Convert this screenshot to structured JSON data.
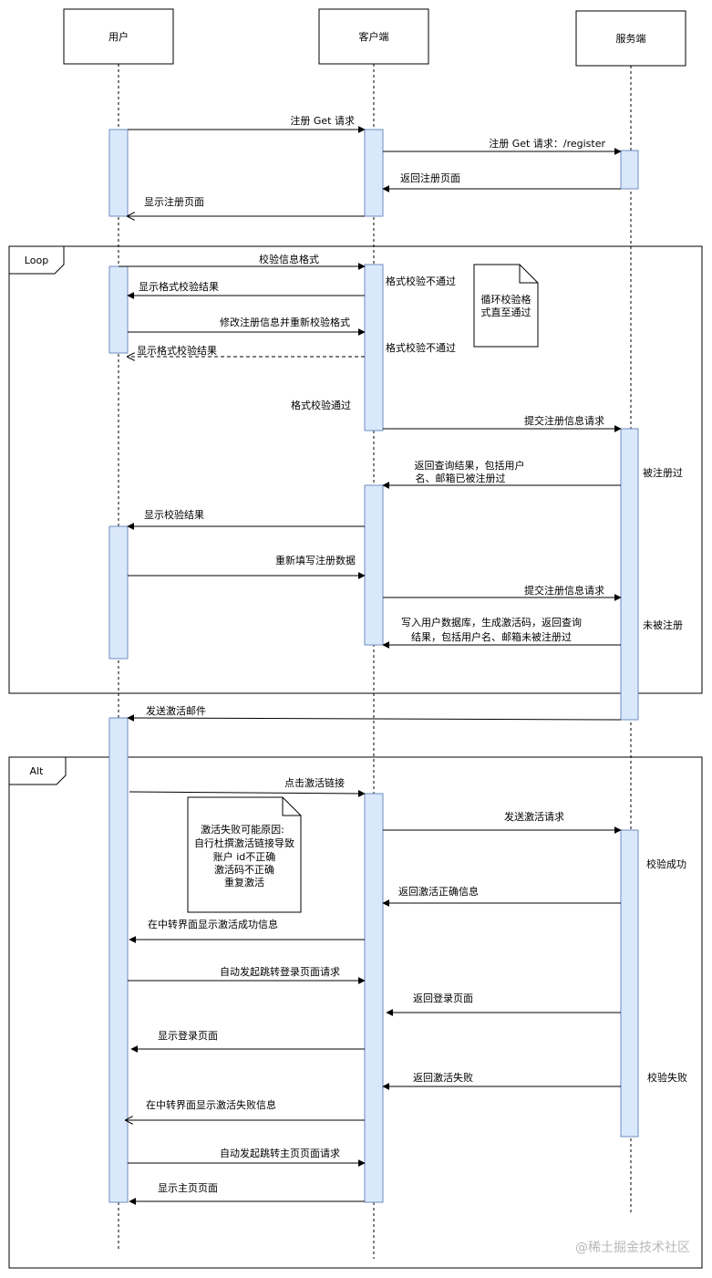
{
  "participants": {
    "user": "用户",
    "client": "客户端",
    "server": "服务端"
  },
  "fragments": {
    "loop": {
      "label": "Loop"
    },
    "alt": {
      "label": "Alt"
    }
  },
  "notes": {
    "loop_note": [
      "循环校验格",
      "式直至通过"
    ],
    "alt_note": [
      "激活失败可能原因:",
      "自行杜撰激活链接导致",
      "账户 id不正确",
      "激活码不正确",
      "重复激活"
    ]
  },
  "messages": {
    "m1": "注册 Get 请求",
    "m2": "注册 Get 请求：/register",
    "m3": "返回注册页面",
    "m4": "显示注册页面",
    "m5": "校验信息格式",
    "m6": "显示格式校验结果",
    "m7": "修改注册信息并重新校验格式",
    "m8": "显示格式校验结果",
    "m9": "提交注册信息请求",
    "m10": [
      "返回查询结果，包括用户",
      "名、邮箱已被注册过"
    ],
    "m11": "显示校验结果",
    "m12": "重新填写注册数据",
    "m13": "提交注册信息请求",
    "m14": [
      "写入用户数据库，生成激活码，返回查询",
      "结果，包括用户名、邮箱未被注册过"
    ],
    "m15": "发送激活邮件",
    "m16": "点击激活链接",
    "m17": "发送激活请求",
    "m18": "返回激活正确信息",
    "m19": "在中转界面显示激活成功信息",
    "m20": "自动发起跳转登录页面请求",
    "m21": "返回登录页面",
    "m22": "显示登录页面",
    "m23": "返回激活失败",
    "m24": "在中转界面显示激活失败信息",
    "m25": "自动发起跳转主页页面请求",
    "m26": "显示主页页面"
  },
  "annotations": {
    "fmt_fail_1": "格式校验不通过",
    "fmt_fail_2": "格式校验不通过",
    "fmt_pass": "格式校验通过",
    "registered": "被注册过",
    "not_registered": "未被注册",
    "verify_ok": "校验成功",
    "verify_fail": "校验失败"
  },
  "watermark": "@稀土掘金技术社区",
  "colors": {
    "activation_fill": "#dae8fc",
    "activation_stroke": "#6c8ebf",
    "line": "#000000",
    "watermark": "#b8b8b8"
  }
}
